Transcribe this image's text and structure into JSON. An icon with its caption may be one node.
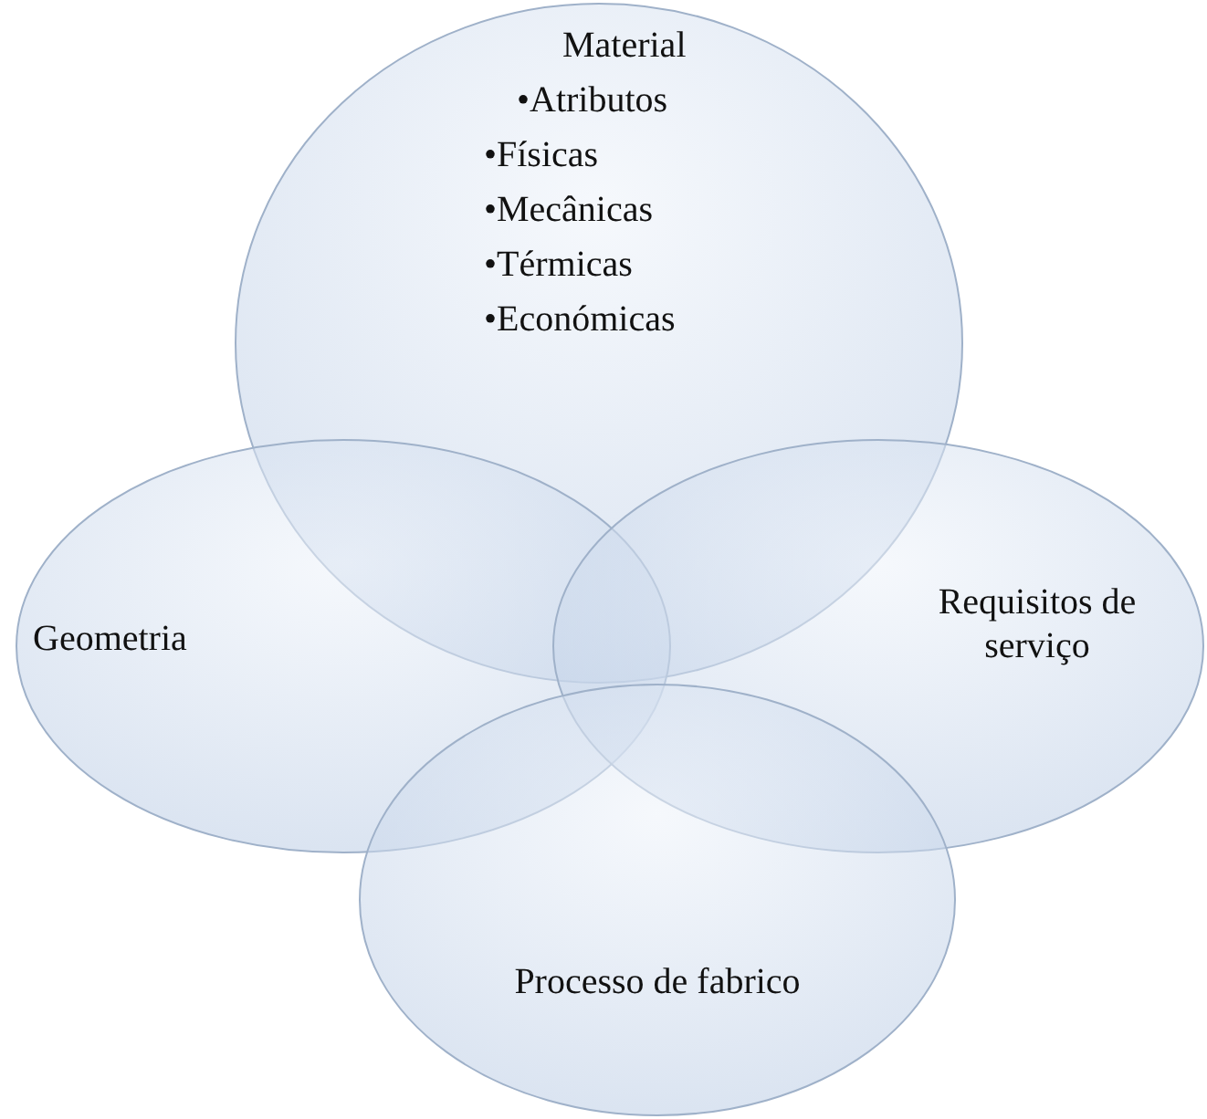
{
  "diagram": {
    "nodes": [
      {
        "text": [
          "Material",
          "•Atributos",
          "•Físicas",
          "•Mecânicas",
          "•Térmicas",
          "•Económicas"
        ]
      },
      {
        "text": [
          "Geometria"
        ]
      },
      {
        "text": [
          "Requisitos de serviço"
        ]
      },
      {
        "text": [
          "Processo  de fabrico"
        ]
      }
    ]
  }
}
